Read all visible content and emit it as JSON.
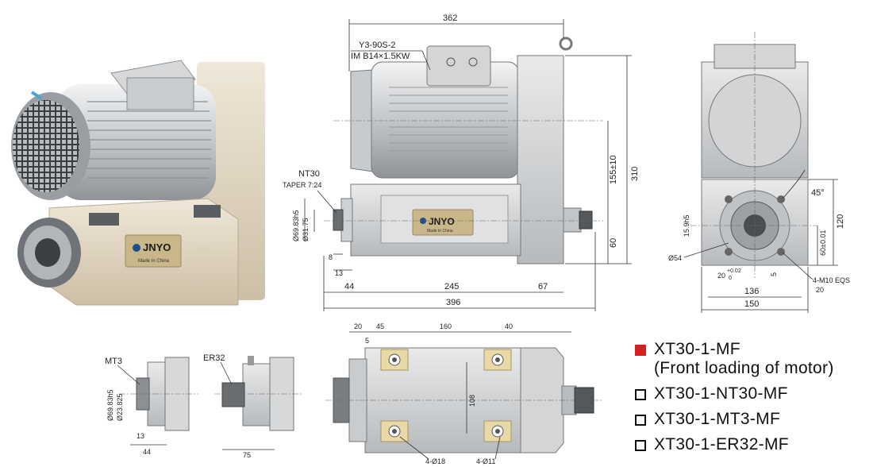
{
  "brand": {
    "logo_text": "JNYO",
    "plate_subtext": "Made In China"
  },
  "motor": {
    "model": "Y3-90S-2",
    "spec": "IM B14×1.5KW"
  },
  "spindle": {
    "taper_name": "NT30",
    "taper_ratio": "TAPER 7:24"
  },
  "dims_side": {
    "overall_top": "362",
    "height_total": "310",
    "height_upper": "155±10",
    "height_lower": "60",
    "dia_flange": "Ø69.83h5",
    "dia_nose": "Ø31.75",
    "d8": "8",
    "d13": "13",
    "d44": "44",
    "d245": "245",
    "d67": "67",
    "overall_bottom": "396"
  },
  "dims_front": {
    "angle": "45°",
    "height": "120",
    "key_width": "15.9h5",
    "center_height": "60±0.01",
    "pcd": "Ø54",
    "slot": "20",
    "slot_tol": "+0.02",
    "slot_tol_low": "0",
    "d5": "5",
    "thread": "4-M10 EQS",
    "thread_depth": "20",
    "d136": "136",
    "d150": "150"
  },
  "dims_bottom": {
    "d20": "20",
    "d45": "45",
    "d160": "160",
    "d40": "40",
    "d5": "5",
    "d108": "108",
    "hole_a": "4-Ø18",
    "hole_b": "4-Ø11"
  },
  "dims_mt3": {
    "label": "MT3",
    "dia_a": "Ø69.83h5",
    "dia_b": "Ø23.825",
    "d13": "13",
    "d44": "44"
  },
  "dims_er32": {
    "label": "ER32",
    "d75": "75"
  },
  "options": [
    {
      "line1": "XT30-1-MF",
      "line2": "(Front loading of motor)",
      "selected": true
    },
    {
      "line1": "XT30-1-NT30-MF",
      "line2": "",
      "selected": false
    },
    {
      "line1": "XT30-1-MT3-MF",
      "line2": "",
      "selected": false
    },
    {
      "line1": "XT30-1-ER32-MF",
      "line2": "",
      "selected": false
    }
  ],
  "colors": {
    "selected": "#d81e1e",
    "body_beige": "#e6dccb",
    "metal": "#cfd2d4",
    "plate_gold": "#c9b78a"
  }
}
